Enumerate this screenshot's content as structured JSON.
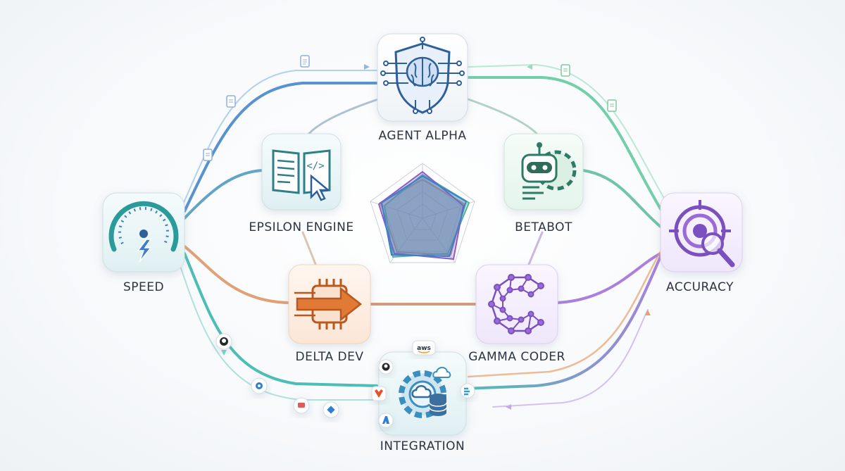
{
  "nodes": {
    "agent_alpha": {
      "label": "AGENT ALPHA",
      "accent": "#3f6fb0"
    },
    "epsilon_engine": {
      "label": "EPSILON ENGINE",
      "accent": "#2f7f86"
    },
    "betabot": {
      "label": "BETABOT",
      "accent": "#2f7a66"
    },
    "speed": {
      "label": "SPEED",
      "accent": "#2a9a9a"
    },
    "accuracy": {
      "label": "ACCURACY",
      "accent": "#7a4fbf"
    },
    "delta_dev": {
      "label": "DELTA DEV",
      "accent": "#d26a2a"
    },
    "gamma_coder": {
      "label": "GAMMA CODER",
      "accent": "#8b5cc8"
    },
    "integration": {
      "label": "INTEGRATION",
      "accent": "#3a8fc0"
    }
  },
  "integration_badges": {
    "aws": "aws"
  },
  "colors": {
    "blue": "#3d7fc8",
    "teal": "#2fb3a8",
    "green": "#5bc79a",
    "orange": "#e08a4a",
    "purple": "#9a6ad6",
    "gray": "#b8c2cc"
  }
}
